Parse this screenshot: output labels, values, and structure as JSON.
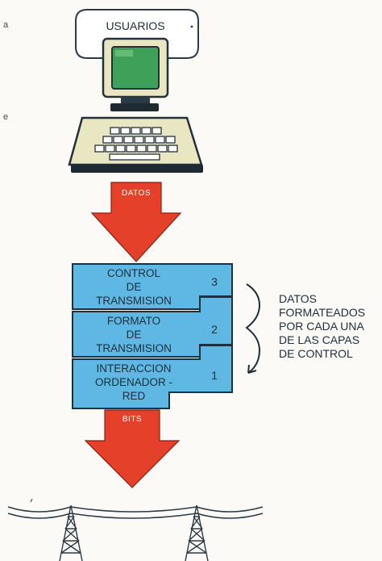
{
  "users_label": "USUARIOS",
  "top_arrow_label": "DATOS",
  "bottom_arrow_label": "BITS",
  "layers": [
    {
      "number": "3",
      "lines": [
        "CONTROL",
        "DE",
        "TRANSMISION"
      ]
    },
    {
      "number": "2",
      "lines": [
        "FORMATO",
        "DE",
        "TRANSMISION"
      ]
    },
    {
      "number": "1",
      "lines": [
        "INTERACCION",
        "ORDENADOR -",
        "RED"
      ]
    }
  ],
  "side_note": [
    "DATOS",
    "FORMATEADOS",
    "POR CADA UNA",
    "DE LAS CAPAS",
    "DE CONTROL"
  ],
  "margin_fragments": [
    "a",
    "e"
  ],
  "colors": {
    "layer_fill": "#5fb8e4",
    "arrow_fill": "#e5412a",
    "screen_fill": "#3fa05a",
    "monitor_body": "#e9e6c2"
  }
}
